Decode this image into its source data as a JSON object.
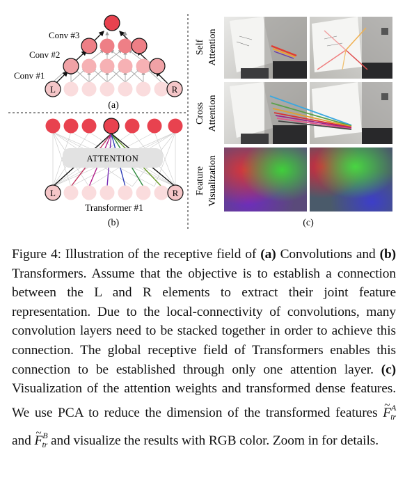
{
  "panel_a": {
    "conv3": "Conv #3",
    "conv2": "Conv #2",
    "conv1": "Conv #1",
    "node_left": "L",
    "node_right": "R",
    "sublabel": "(a)"
  },
  "panel_b": {
    "attention": "ATTENTION",
    "transformer": "Transformer #1",
    "node_left": "L",
    "node_right": "R",
    "sublabel": "(b)"
  },
  "panel_c": {
    "row1_line1": "Self",
    "row1_line2": "Attention",
    "row2_line1": "Cross",
    "row2_line2": "Attention",
    "row3_line1": "Feature",
    "row3_line2": "Visualization",
    "sublabel": "(c)"
  },
  "caption": {
    "prefix": "Figure 4: Illustration of the receptive field of ",
    "a_label": "(a)",
    "after_a": " Convolutions and ",
    "b_label": "(b)",
    "after_b": " Transformers.  Assume that the objective is to establish a connection between the L and R elements to extract their joint feature representation.  Due to the local-connectivity of convolutions, many convolution layers need to be stacked together in order to achieve this connection. The global receptive field of Transformers enables this connection to be established through only one attention layer. ",
    "c_label": "(c)",
    "after_c": " Visualization of the attention weights and transformed dense features. We use PCA to reduce the dimension of the transformed features ",
    "feat_a_base": "F",
    "feat_a_sup": "A",
    "feat_a_sub": "tr",
    "and": " and ",
    "feat_b_base": "F",
    "feat_b_sup": "B",
    "feat_b_sub": "tr",
    "ending": " and visualize the results with RGB color. Zoom in for details."
  },
  "colors": {
    "node_dark": "#e8424f",
    "node_mid": "#ee7f86",
    "node_light": "#f5c6c8",
    "node_pale": "#fadcdd",
    "attention_box": "#e2e2e2"
  }
}
